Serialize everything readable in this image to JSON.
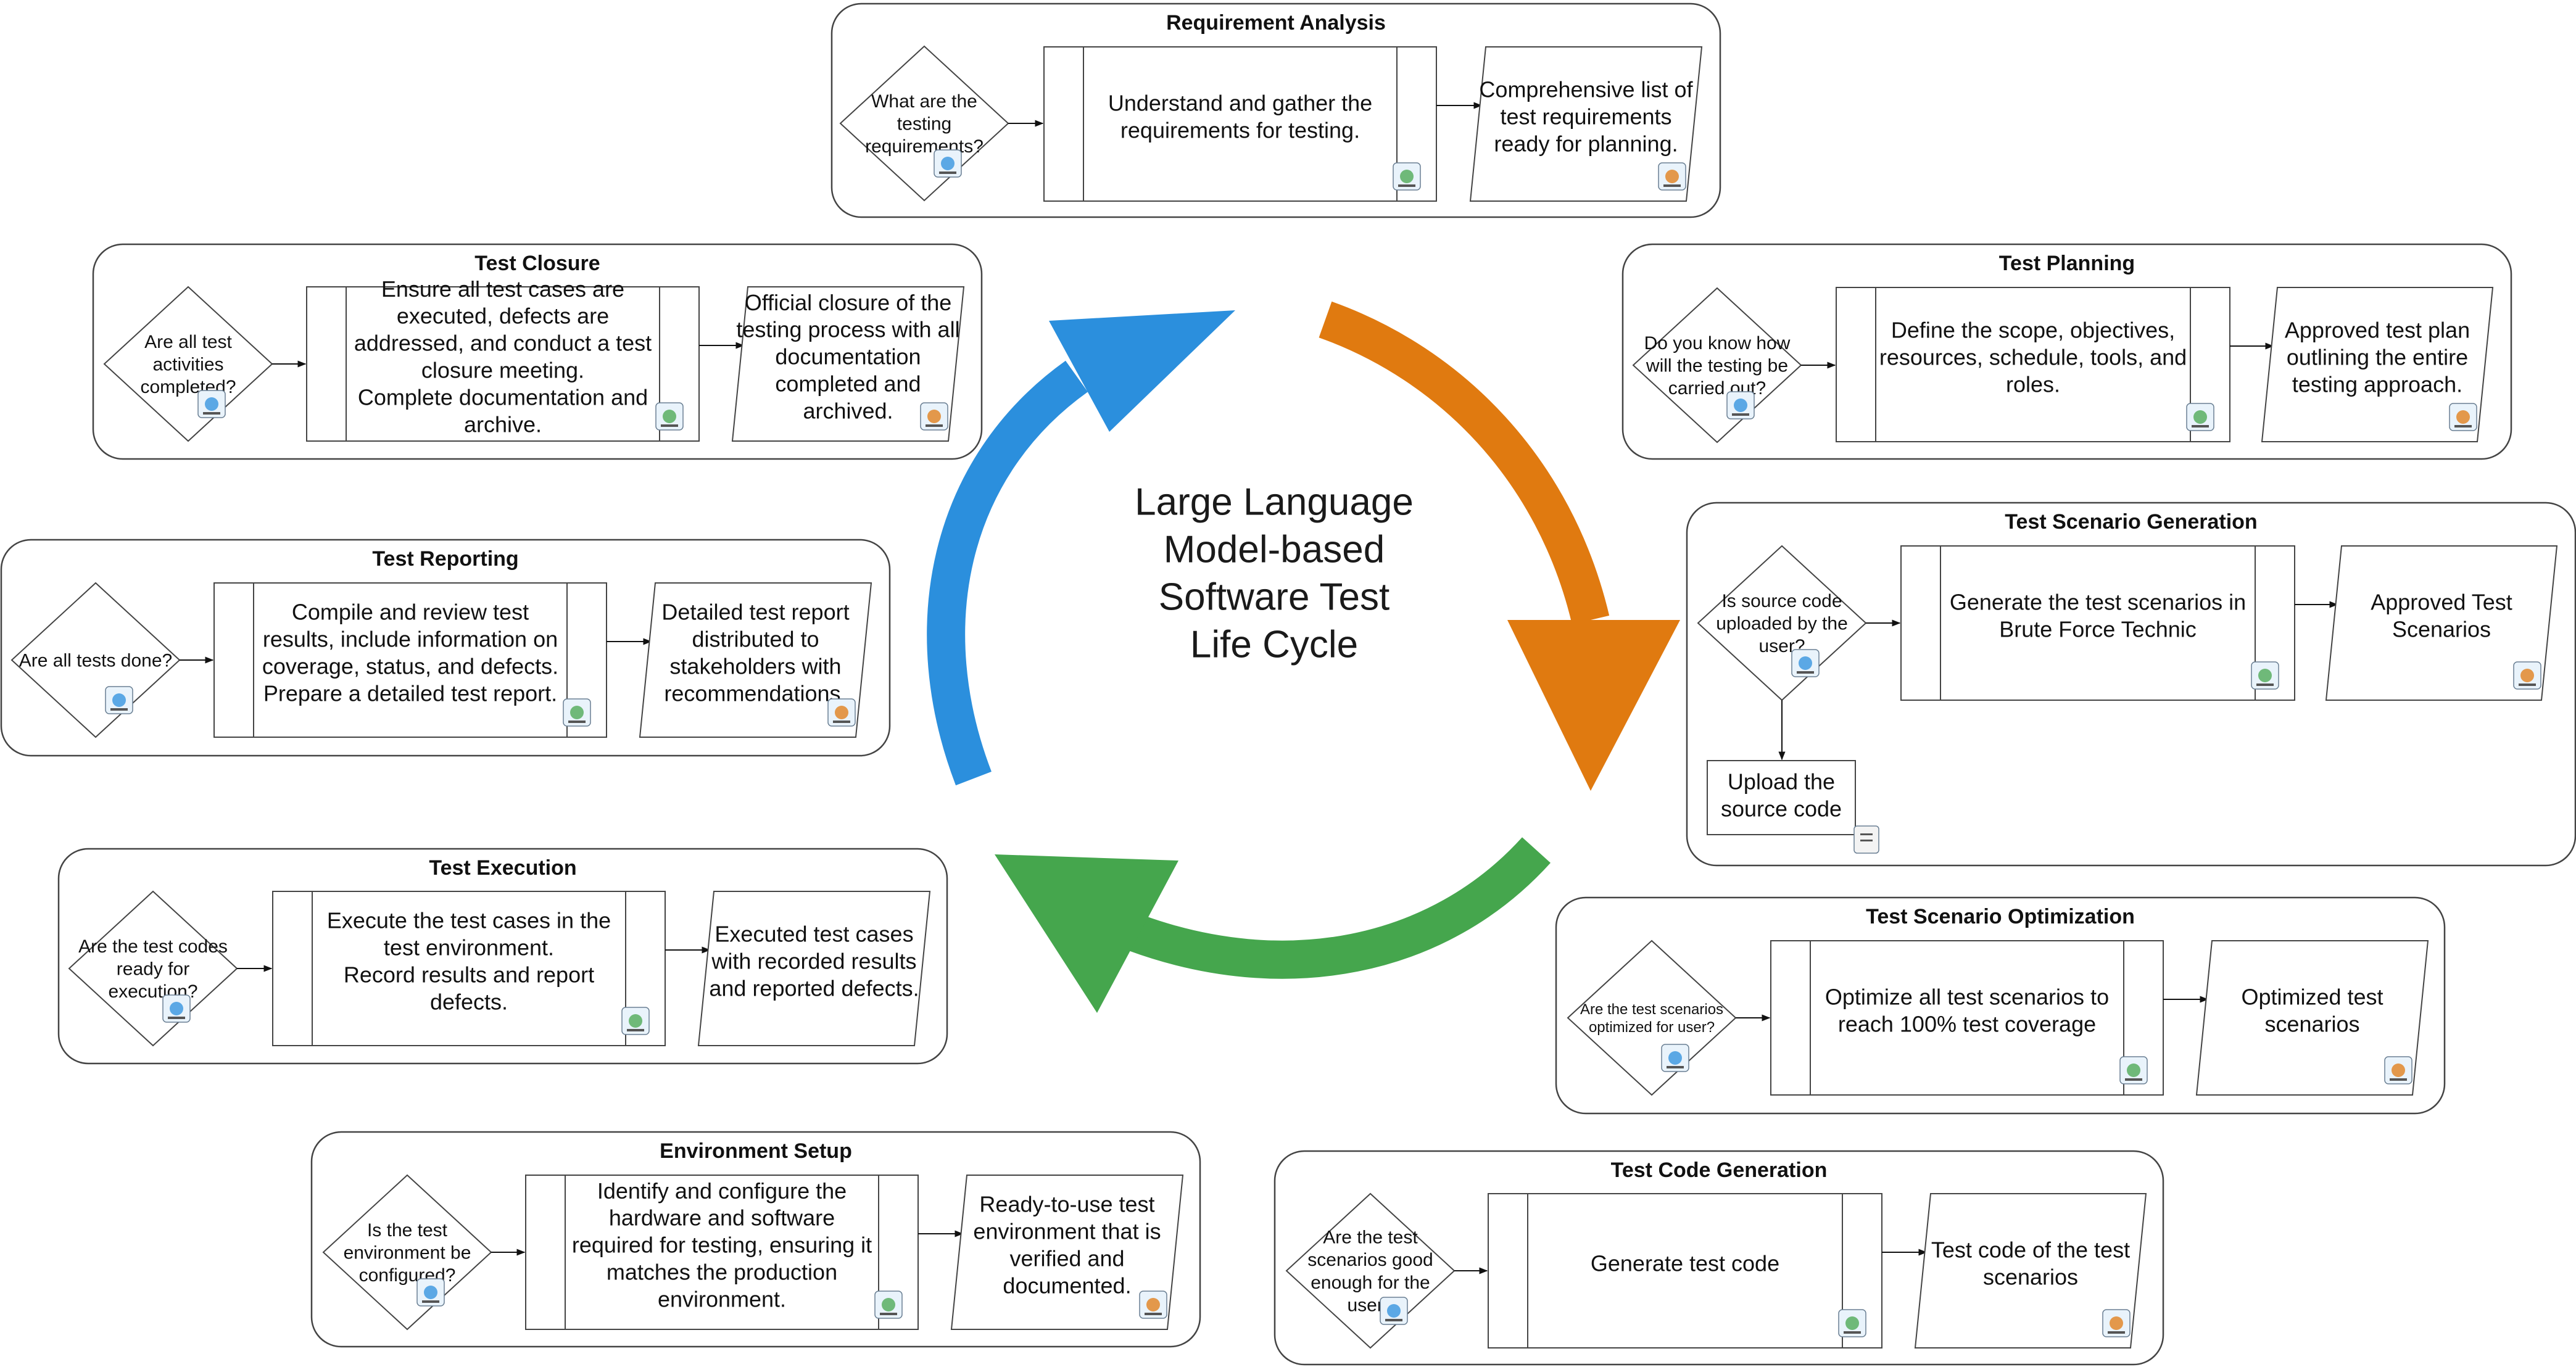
{
  "center_title": [
    "Large Language",
    "Model-based",
    "Software Test",
    "Life Cycle"
  ],
  "colors": {
    "blue": "#2b8fdd",
    "orange": "#e07a10",
    "green": "#45a64d",
    "stroke": "#444444"
  },
  "stages": [
    {
      "id": "requirement-analysis",
      "title": "Requirement Analysis",
      "question": [
        "What are the",
        "testing",
        "requirements?"
      ],
      "process": [
        "Understand and gather the",
        "requirements for testing."
      ],
      "output": [
        "Comprehensive list of",
        "test requirements",
        "ready for planning."
      ],
      "icons": [
        "checklist-icon",
        "document-search-icon",
        "requirements-board-icon"
      ]
    },
    {
      "id": "test-planning",
      "title": "Test Planning",
      "question": [
        "Do you know how",
        "will the testing be",
        "carried out?"
      ],
      "process": [
        "Define the scope, objectives,",
        "resources, schedule, tools, and",
        "roles."
      ],
      "output": [
        "Approved test plan",
        "outlining the entire",
        "testing approach."
      ],
      "icons": [
        "brain-icon",
        "gear-network-icon",
        "approved-document-icon"
      ]
    },
    {
      "id": "test-scenario-generation",
      "title": "Test Scenario Generation",
      "question": [
        "Is source code",
        "uploaded by the",
        "user?"
      ],
      "process": [
        "Generate the test scenarios in",
        "Brute Force Technic"
      ],
      "output": [
        "Approved Test",
        "Scenarios"
      ],
      "extra_box": [
        "Upload the",
        "source code"
      ],
      "icons": [
        "user-icon",
        "laptop-icon",
        "approved-document-icon",
        "upload-document-icon"
      ]
    },
    {
      "id": "test-scenario-optimization",
      "title": "Test Scenario Optimization",
      "question": [
        "Are the test scenarios",
        "optimized for user?"
      ],
      "process": [
        "Optimize all test scenarios to",
        "reach 100% test coverage"
      ],
      "output": [
        "Optimized test",
        "scenarios"
      ],
      "icons": [
        "optimization-icon",
        "dashboard-icon",
        "target-icon"
      ]
    },
    {
      "id": "test-code-generation",
      "title": "Test Code Generation",
      "question": [
        "Are the test",
        "scenarios good",
        "enough for the",
        "user?"
      ],
      "process": [
        "Generate test code"
      ],
      "output": [
        "Test code of the test",
        "scenarios"
      ],
      "icons": [
        "review-icon",
        "code-icon",
        "code-badge-icon"
      ]
    },
    {
      "id": "environment-setup",
      "title": "Environment Setup",
      "question": [
        "Is the test",
        "environment be",
        "configured?"
      ],
      "process": [
        "Identify and configure the",
        "hardware and software",
        "required for testing, ensuring it",
        "matches the production",
        "environment."
      ],
      "output": [
        "Ready-to-use test",
        "environment that is",
        "verified and",
        "documented."
      ],
      "icons": [
        "server-icon",
        "globe-icon",
        "workstation-icon"
      ]
    },
    {
      "id": "test-execution",
      "title": "Test Execution",
      "question": [
        "Are the test codes",
        "ready for",
        "execution?"
      ],
      "process": [
        "Execute the test cases in the",
        "test environment.",
        "Record results and report",
        "defects."
      ],
      "output": [
        "Executed test cases",
        "with recorded results",
        "and reported defects."
      ],
      "icons": [
        "monitor-icon",
        "certificate-icon"
      ]
    },
    {
      "id": "test-reporting",
      "title": "Test Reporting",
      "question": [
        "Are all tests done?"
      ],
      "process": [
        "Compile and review test",
        "results, include information on",
        "coverage, status, and defects.",
        "Prepare a detailed test report."
      ],
      "output": [
        "Detailed test report",
        "distributed to",
        "stakeholders with",
        "recommendations."
      ],
      "icons": [
        "chart-icon",
        "report-icon",
        "presentation-icon"
      ]
    },
    {
      "id": "test-closure",
      "title": "Test Closure",
      "question": [
        "Are all test",
        "activities",
        "completed?"
      ],
      "process": [
        "Ensure all test cases are",
        "executed, defects are",
        "addressed, and conduct a test",
        "closure meeting.",
        "Complete documentation and",
        "archive."
      ],
      "output": [
        "Official closure of the",
        "testing process with all",
        "documentation",
        "completed and",
        "archived."
      ],
      "icons": [
        "checklist-icon",
        "globe-network-icon",
        "archive-icon"
      ]
    }
  ]
}
